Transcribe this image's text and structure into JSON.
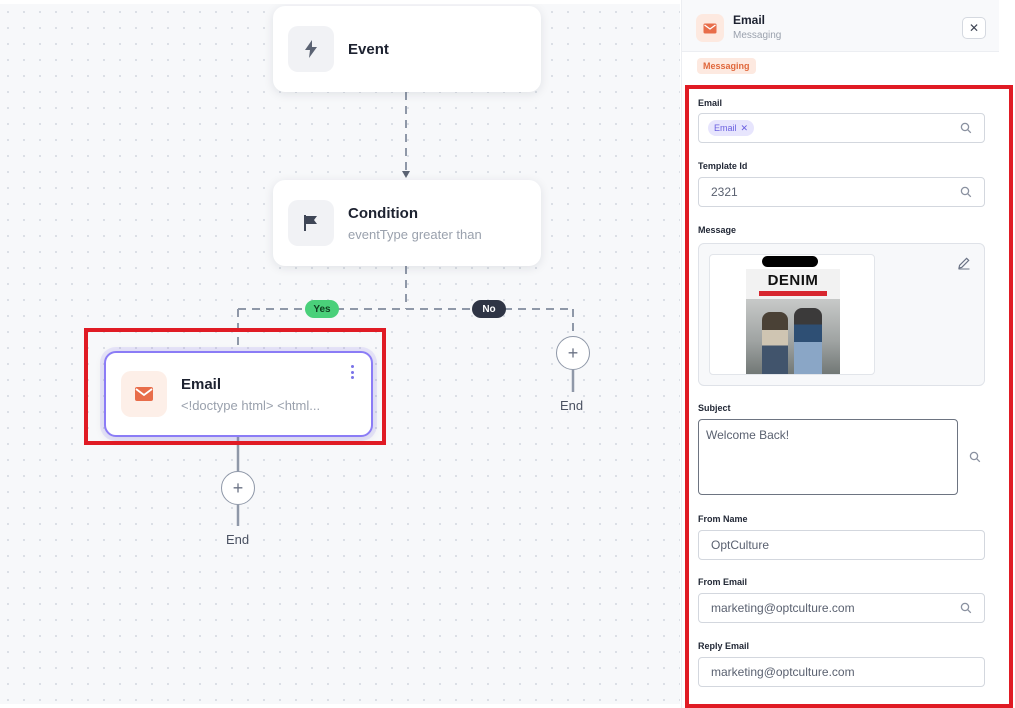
{
  "canvas": {
    "event_node": {
      "title": "Event",
      "icon": "lightning-icon"
    },
    "condition_node": {
      "title": "Condition",
      "subtitle": "eventType greater than",
      "icon": "flag-icon"
    },
    "email_node": {
      "title": "Email",
      "subtitle": "<!doctype html> <html...",
      "icon": "mail-icon"
    },
    "branch_yes": "Yes",
    "branch_no": "No",
    "add_symbol": "+",
    "end_label": "End"
  },
  "panel": {
    "title": "Email",
    "subtitle": "Messaging",
    "close_symbol": "✕",
    "category_tag": "Messaging",
    "fields": {
      "email": {
        "label": "Email",
        "chip": "Email",
        "chip_remove": "✕"
      },
      "template_id": {
        "label": "Template Id",
        "value": "2321"
      },
      "message": {
        "label": "Message",
        "poster_brand": "DENIM"
      },
      "subject": {
        "label": "Subject",
        "value": "Welcome Back!"
      },
      "from_name": {
        "label": "From Name",
        "value": "OptCulture"
      },
      "from_email": {
        "label": "From Email",
        "value": "marketing@optculture.com"
      },
      "reply_email": {
        "label": "Reply Email",
        "value": "marketing@optculture.com"
      }
    }
  },
  "colors": {
    "accent": "#8b7cf6",
    "brand_orange": "#e0683c",
    "highlight_red": "#e01b24",
    "yes_green": "#4ad07a",
    "no_dark": "#2f3545"
  }
}
